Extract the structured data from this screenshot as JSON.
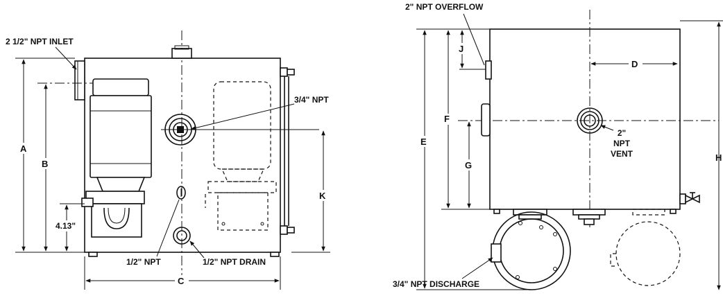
{
  "left_view": {
    "callouts": {
      "inlet": "2 1/2\" NPT INLET",
      "npt_34": "3/4\" NPT",
      "npt_12": "1/2\" NPT",
      "drain": "1/2\" NPT DRAIN",
      "dim_413": "4.13\""
    },
    "dims": {
      "a": "A",
      "b": "B",
      "c": "C",
      "k": "K"
    }
  },
  "right_view": {
    "callouts": {
      "overflow": "2\" NPT OVERFLOW",
      "vent_line1": "2\"",
      "vent_line2": "NPT",
      "vent_line3": "VENT",
      "discharge": "3/4\" NPT DISCHARGE"
    },
    "dims": {
      "d": "D",
      "e": "E",
      "f": "F",
      "g": "G",
      "h": "H",
      "j": "J"
    }
  }
}
